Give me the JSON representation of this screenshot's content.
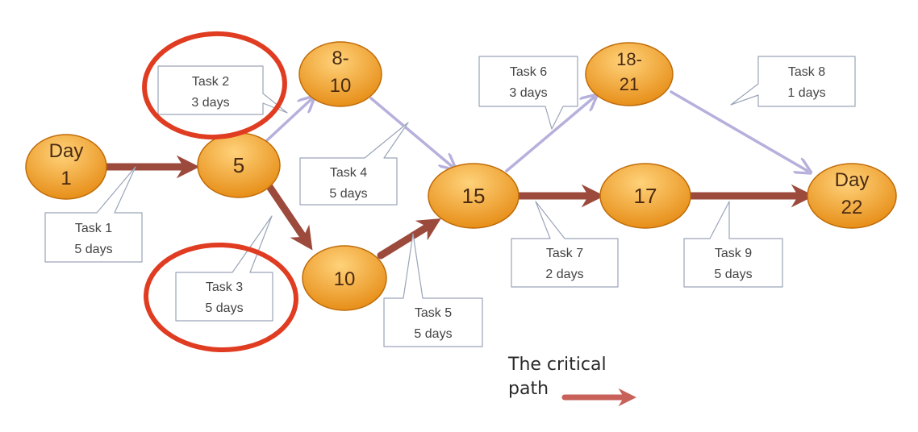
{
  "colors": {
    "node_fill_light": "#ffd27a",
    "node_fill_dark": "#e58a12",
    "node_stroke": "#c06c08",
    "critical_arrow": "#9c4a3c",
    "noncritical_arrow": "#b6b0dc",
    "callout_border": "#9aa4b8",
    "highlight_circle": "#e03c22",
    "legend_arrow": "#c7615a"
  },
  "nodes": [
    {
      "id": "day1",
      "lines": [
        "Day",
        "1"
      ]
    },
    {
      "id": "n5",
      "lines": [
        "5"
      ]
    },
    {
      "id": "n8-10",
      "lines": [
        "8-",
        "10"
      ]
    },
    {
      "id": "n10",
      "lines": [
        "10"
      ]
    },
    {
      "id": "n15",
      "lines": [
        "15"
      ]
    },
    {
      "id": "n18-21",
      "lines": [
        "18-",
        "21"
      ]
    },
    {
      "id": "n17",
      "lines": [
        "17"
      ]
    },
    {
      "id": "day22",
      "lines": [
        "Day",
        "22"
      ]
    }
  ],
  "tasks": [
    {
      "id": "task1",
      "name": "Task 1",
      "duration": "5 days"
    },
    {
      "id": "task2",
      "name": "Task 2",
      "duration": "3 days"
    },
    {
      "id": "task3",
      "name": "Task 3",
      "duration": "5 days"
    },
    {
      "id": "task4",
      "name": "Task 4",
      "duration": "5 days"
    },
    {
      "id": "task5",
      "name": "Task 5",
      "duration": "5 days"
    },
    {
      "id": "task6",
      "name": "Task 6",
      "duration": "3 days"
    },
    {
      "id": "task7",
      "name": "Task 7",
      "duration": "2 days"
    },
    {
      "id": "task8",
      "name": "Task 8",
      "duration": "1 days"
    },
    {
      "id": "task9",
      "name": "Task 9",
      "duration": "5 days"
    }
  ],
  "legend": {
    "line1": "The critical",
    "line2": "path"
  }
}
